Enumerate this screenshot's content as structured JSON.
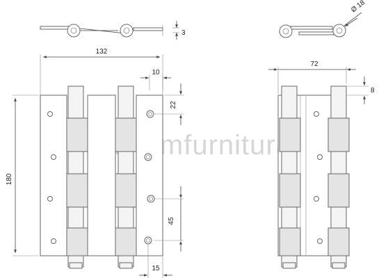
{
  "watermark": "www.mfurnitura.ru",
  "dimensions": {
    "width_total": "132",
    "height_total": "180",
    "knuckle_offset": "10",
    "hole_top": "22",
    "hole_pitch": "45",
    "hole_edge": "15",
    "thickness": "3",
    "side_width": "72",
    "side_offset": "8",
    "pin_diameter": "Ø 18"
  }
}
